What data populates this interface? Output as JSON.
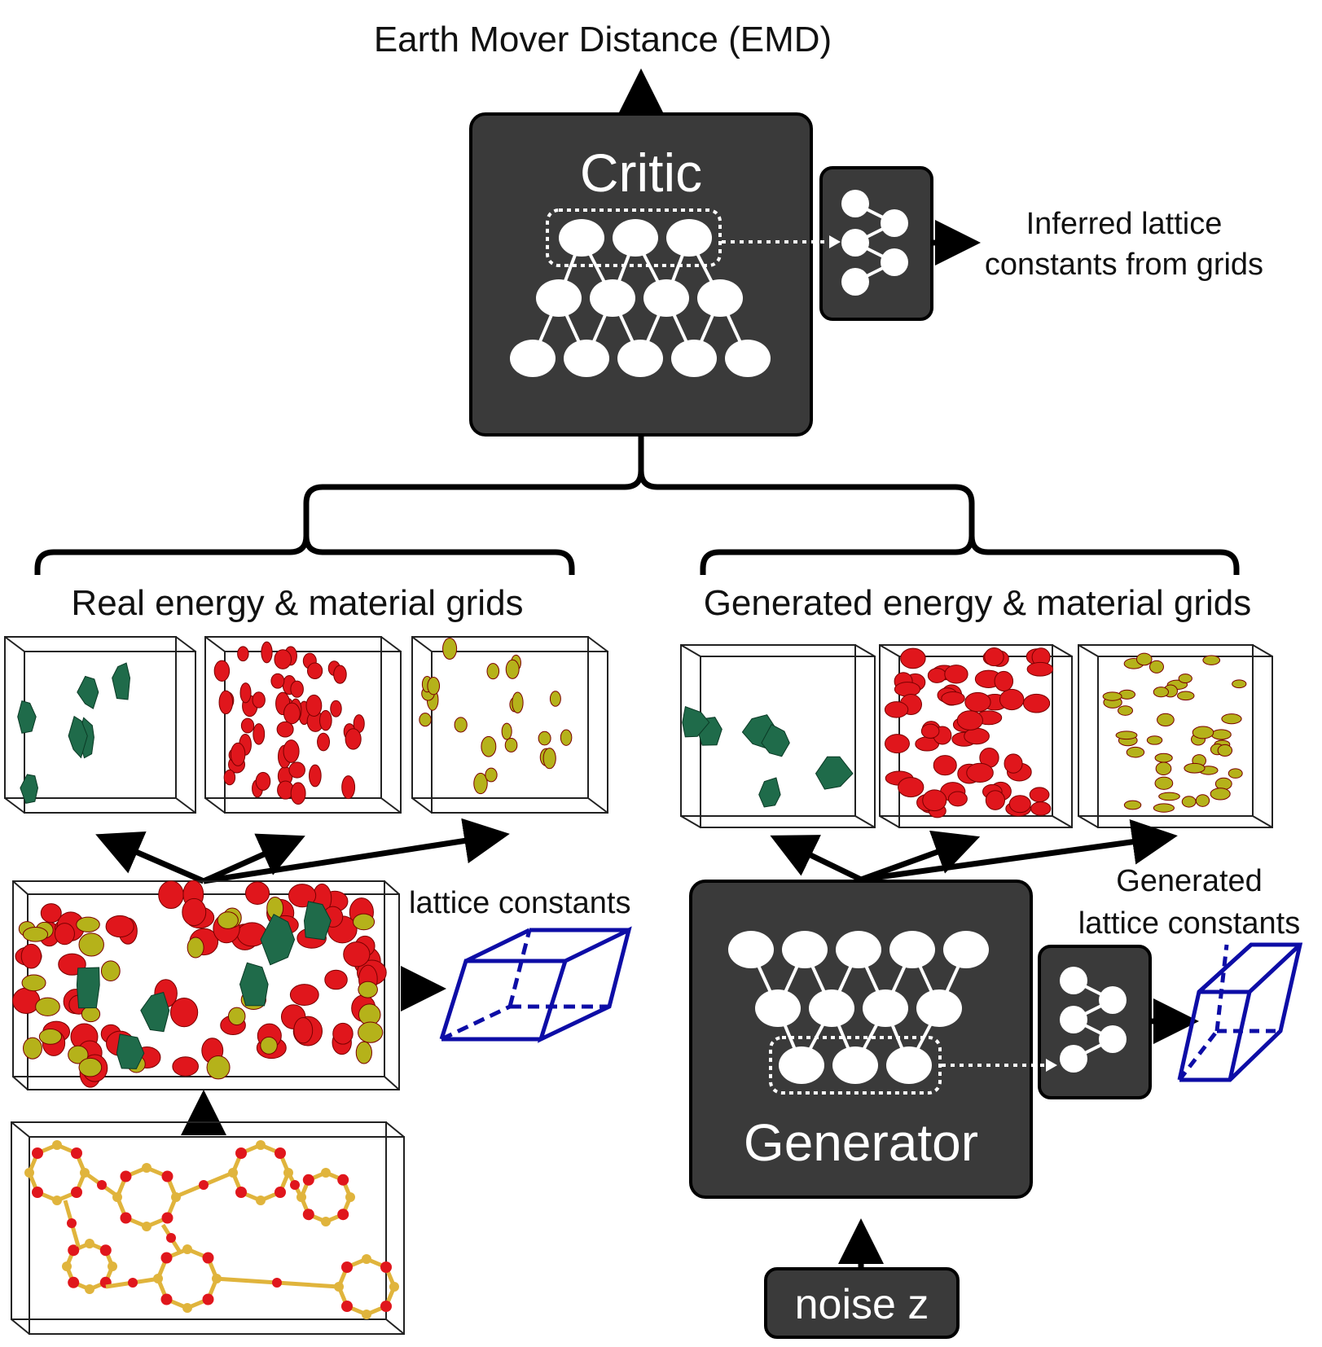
{
  "title": "Earth Mover Distance (EMD)",
  "critic": {
    "label": "Critic"
  },
  "generator": {
    "label": "Generator"
  },
  "noise": {
    "label": "noise z"
  },
  "inferred": {
    "line1": "Inferred lattice",
    "line2": "constants from grids"
  },
  "real_grids": {
    "label": "Real energy & material grids"
  },
  "generated_grids": {
    "label": "Generated energy & material grids"
  },
  "lattice": {
    "label": "lattice constants"
  },
  "generated_lattice": {
    "line1": "Generated",
    "line2": "lattice constants"
  },
  "colors": {
    "box": "#3a3a3a",
    "energy_green": "#1f6b4a",
    "material_red": "#e0161c",
    "material_yellow": "#b5b21a",
    "lattice_blue": "#0d0da6",
    "silicon": "#e0b43c",
    "oxygen": "#e0161c"
  }
}
